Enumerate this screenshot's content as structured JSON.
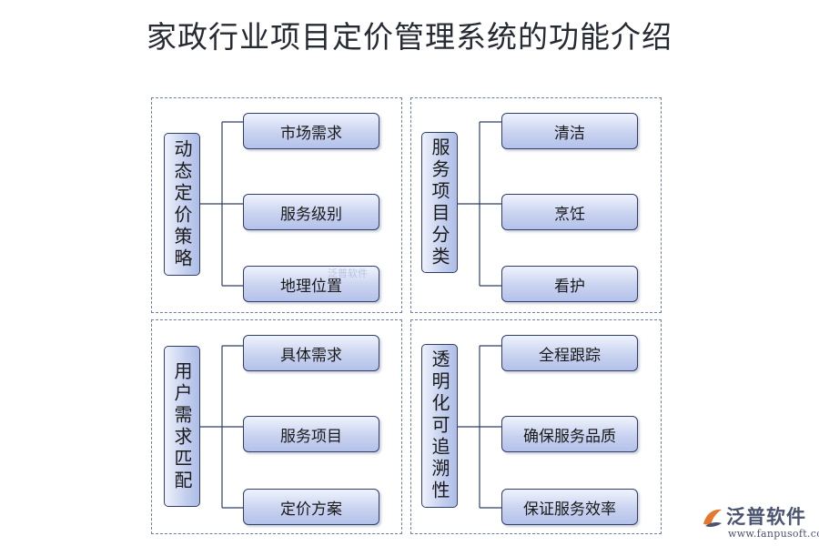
{
  "title": "家政行业项目定价管理系统的功能介绍",
  "panels": [
    {
      "category": "动态定价策略",
      "items": [
        "市场需求",
        "服务级别",
        "地理位置"
      ]
    },
    {
      "category": "服务项目分类",
      "items": [
        "清洁",
        "烹饪",
        "看护"
      ]
    },
    {
      "category": "用户需求匹配",
      "items": [
        "具体需求",
        "服务项目",
        "定价方案"
      ]
    },
    {
      "category": "透明化可追溯性",
      "items": [
        "全程跟踪",
        "确保服务品质",
        "保证服务效率"
      ]
    }
  ],
  "watermark": {
    "center_text": "泛普软件",
    "logo_text": "泛普软件",
    "logo_url": "www.fanpusoft.com"
  },
  "colors": {
    "border": "#2f3f69",
    "panel_dash": "#6a7fa6",
    "box_fill": "#c9d3f0",
    "logo_orange": "#e8772e"
  }
}
